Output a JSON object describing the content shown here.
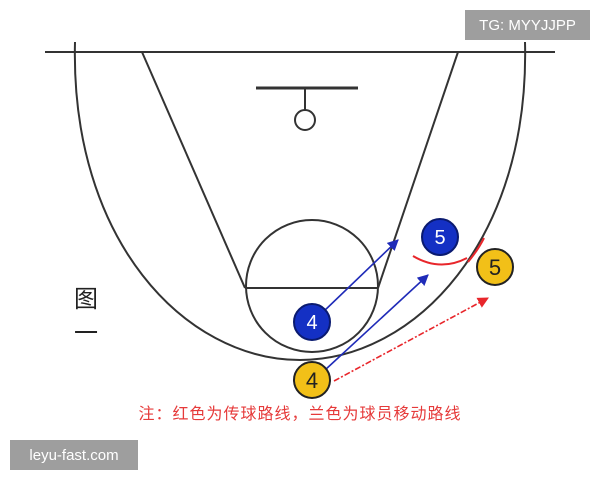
{
  "watermarks": {
    "top_right": "TG: MYYJJPP",
    "bottom_left": "leyu-fast.com"
  },
  "figure_label": "图一",
  "note": "注：红色为传球路线，兰色为球员移动路线",
  "players": [
    {
      "number": "5",
      "team": "blue"
    },
    {
      "number": "4",
      "team": "blue"
    },
    {
      "number": "5",
      "team": "yellow"
    },
    {
      "number": "4",
      "team": "yellow"
    }
  ],
  "colors": {
    "court_line": "#333333",
    "pass_route": "#e8262b",
    "move_route": "#1f2bb8",
    "blue_player": "#1430c4",
    "yellow_player": "#f2c018",
    "note_text": "#e63a3a",
    "watermark_bg": "#9e9e9e"
  }
}
